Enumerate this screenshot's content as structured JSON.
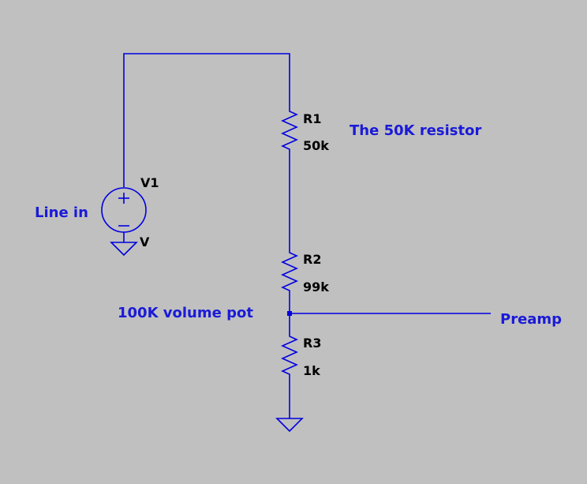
{
  "schematic": {
    "components": {
      "r1": {
        "ref": "R1",
        "value": "50k"
      },
      "r2": {
        "ref": "R2",
        "value": "99k"
      },
      "r3": {
        "ref": "R3",
        "value": "1k"
      },
      "v1": {
        "ref": "V1",
        "value": "V"
      }
    },
    "labels": {
      "r1_note": "The 50K resistor",
      "line_in": "Line in",
      "pot_note": "100K volume pot",
      "preamp": "Preamp"
    }
  },
  "colors": {
    "background": "#c0c0c0",
    "wire": "#0000e0",
    "annotation": "#1a1ad8",
    "component_text": "#000000"
  }
}
